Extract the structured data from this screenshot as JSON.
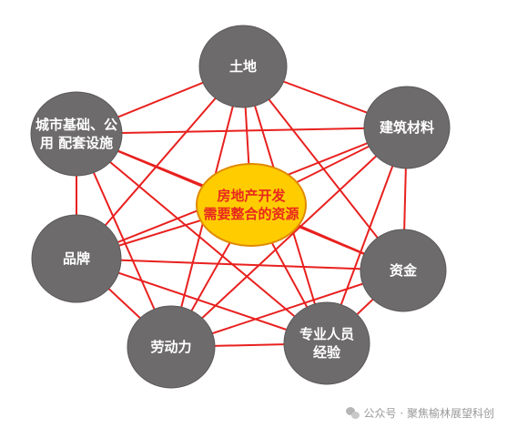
{
  "nodes": [
    {
      "id": "land",
      "lines": [
        "土地"
      ]
    },
    {
      "id": "materials",
      "lines": [
        "建筑材料"
      ]
    },
    {
      "id": "capital",
      "lines": [
        "资金"
      ]
    },
    {
      "id": "experience",
      "lines": [
        "专业人员",
        "经验"
      ]
    },
    {
      "id": "labor",
      "lines": [
        "劳动力"
      ]
    },
    {
      "id": "brand",
      "lines": [
        "品牌"
      ]
    },
    {
      "id": "infra",
      "lines": [
        "城市基础、公",
        "用 配套设施"
      ]
    }
  ],
  "center": {
    "lines": [
      "房地产开发",
      "需要整合的资源"
    ]
  },
  "colors": {
    "node_fill": "#6d6b6b",
    "line": "#e8211f",
    "center_fill": "#ffcc00",
    "center_stroke": "#e08a00",
    "center_text": "#e8281f"
  },
  "watermark": {
    "text": "公众号 · 聚焦榆林展望科创"
  }
}
